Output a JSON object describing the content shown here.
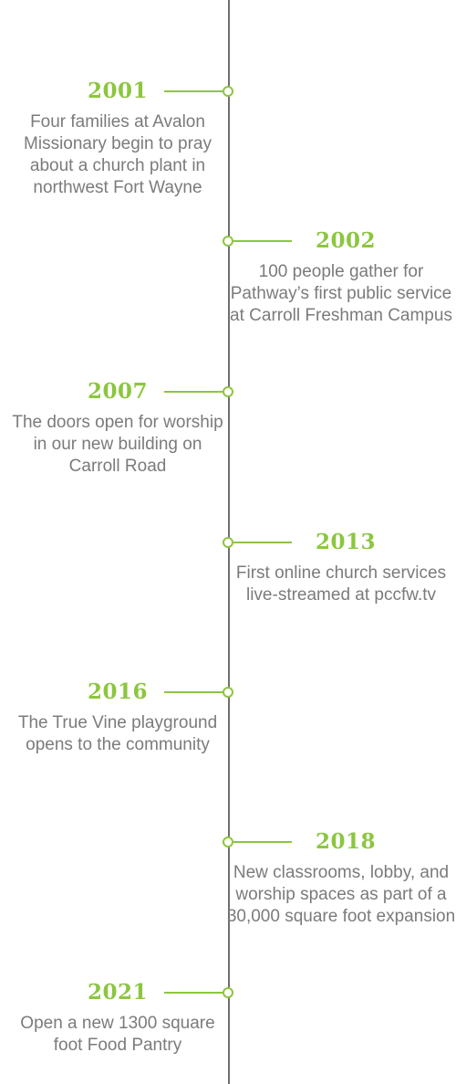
{
  "timeline": {
    "events": [
      {
        "year": "2001",
        "description": "Four families at Avalon Missionary begin to pray about a church plant in northwest Fort Wayne"
      },
      {
        "year": "2002",
        "description": "100 people gather for Pathway’s first public service at Carroll Freshman Campus"
      },
      {
        "year": "2007",
        "description": "The doors open for worship in our new building on Carroll Road"
      },
      {
        "year": "2013",
        "description": "First online church services live-streamed at pccfw.tv"
      },
      {
        "year": "2016",
        "description": "The True Vine playground opens to the community"
      },
      {
        "year": "2018",
        "description": "New classrooms, lobby, and worship spaces as part of a 30,000 square foot expansion"
      },
      {
        "year": "2021",
        "description": "Open a new 1300 square foot Food Pantry"
      }
    ],
    "colors": {
      "accent": "#8cc63f",
      "axis": "#6f6f6f",
      "text": "#7b7b7b"
    }
  }
}
